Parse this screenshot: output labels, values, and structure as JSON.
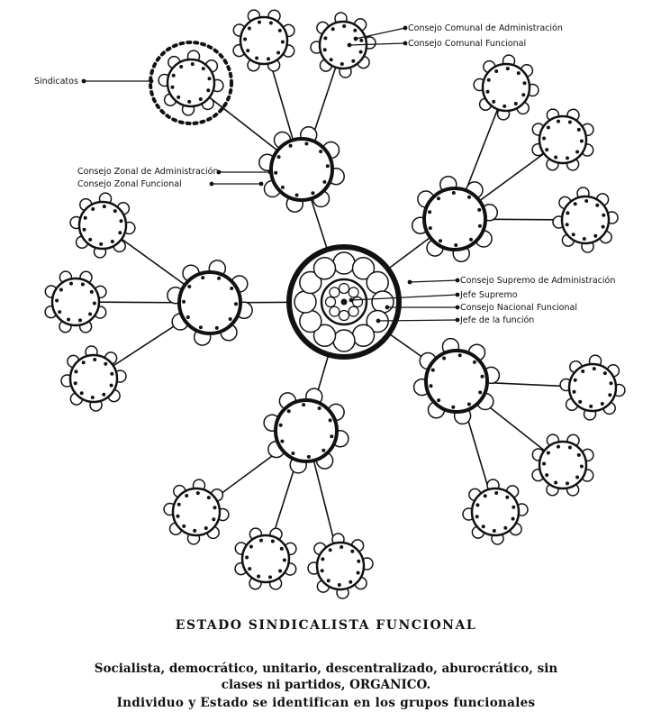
{
  "labels": {
    "sindicatos": "Sindicatos",
    "consejo_comunal_admin": "Consejo Comunal de Administración",
    "consejo_comunal_funcional": "Consejo Comunal Funcional",
    "consejo_zonal_admin": "Consejo Zonal de Administración",
    "consejo_zonal_funcional": "Consejo Zonal Funcional",
    "consejo_supremo_admin": "Consejo Supremo de Administración",
    "jefe_supremo": "Jefe Supremo",
    "consejo_nacional_funcional": "Consejo Nacional Funcional",
    "jefe_funcion": "Jefe de la función"
  },
  "caption": {
    "title": "ESTADO SINDICALISTA FUNCIONAL",
    "line1": "Socialista, democrático, unitario, descentralizado, aburocrático, sin",
    "line2": "clases ni partidos, ORGANICO.",
    "line3": "Individuo y Estado se identifican en los grupos  funcionales"
  }
}
